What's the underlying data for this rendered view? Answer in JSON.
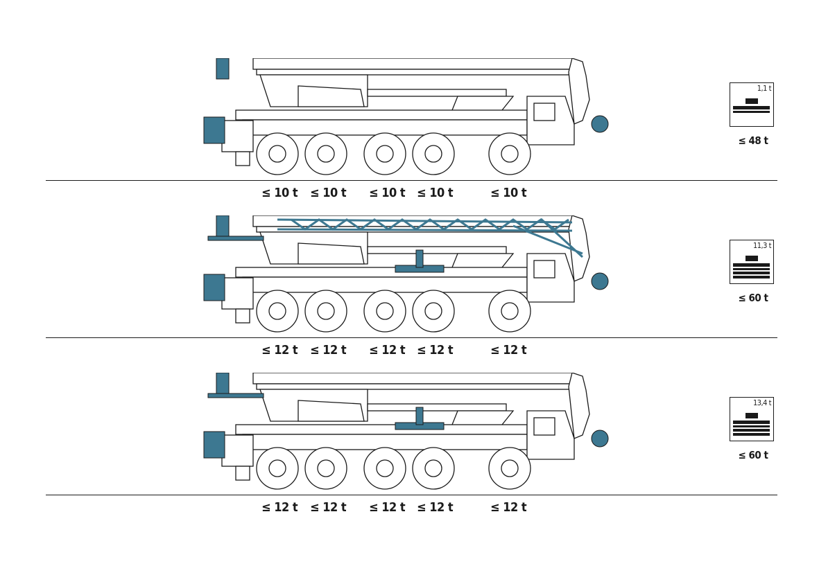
{
  "colors": {
    "line": "#1a1a1a",
    "accent": "#3d7891",
    "fill": "#ffffff"
  },
  "configurations": [
    {
      "axle_loads": [
        "≤ 10 t",
        "≤ 10 t",
        "≤ 10 t",
        "≤ 10 t",
        "≤ 10 t"
      ],
      "counterweight_label": "1,1 t",
      "counterweight_limit": "≤ 48 t",
      "boom_variant": "telescopic",
      "accent_parts": [
        "front-cab-block",
        "front-winch",
        "rear-outrigger-box"
      ]
    },
    {
      "axle_loads": [
        "≤ 12 t",
        "≤ 12 t",
        "≤ 12 t",
        "≤ 12 t",
        "≤ 12 t"
      ],
      "counterweight_label": "11,3 t",
      "counterweight_limit": "≤ 60 t",
      "boom_variant": "lattice-jib",
      "accent_parts": [
        "lattice-jib",
        "counterweight-plate",
        "front-winch",
        "rear-outrigger-box",
        "rear-carrier-plate"
      ]
    },
    {
      "axle_loads": [
        "≤ 12 t",
        "≤ 12 t",
        "≤ 12 t",
        "≤ 12 t",
        "≤ 12 t"
      ],
      "counterweight_label": "13,4 t",
      "counterweight_limit": "≤ 60 t",
      "boom_variant": "telescopic",
      "accent_parts": [
        "counterweight-plate",
        "front-winch",
        "rear-outrigger-box",
        "rear-carrier-plate"
      ]
    }
  ]
}
